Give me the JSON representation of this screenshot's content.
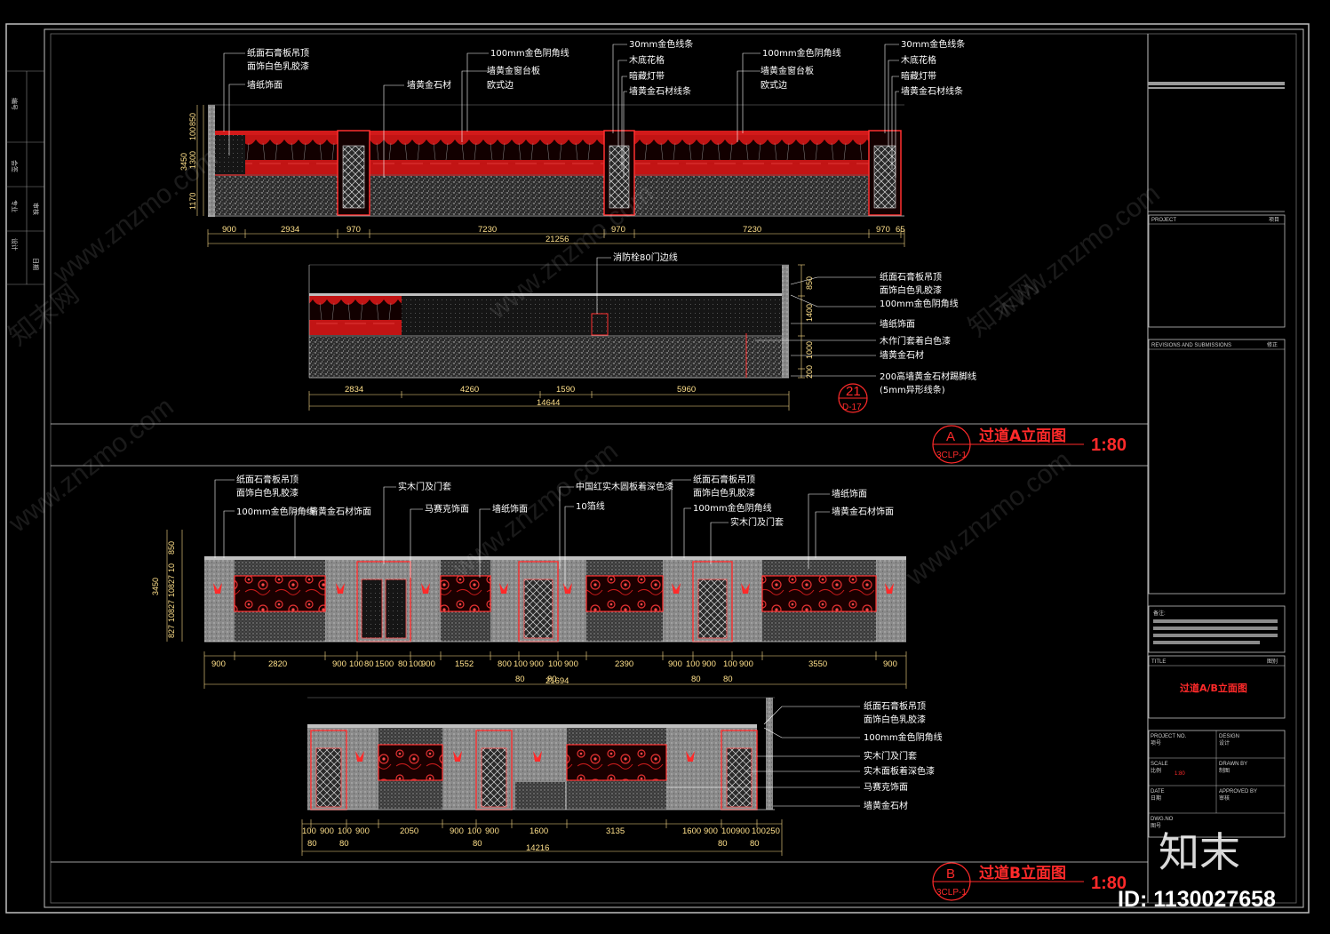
{
  "colors": {
    "background": "#000000",
    "frame": "#bfbfbf",
    "accent_red": "#ff2a2a",
    "dimension": "#ffe08a",
    "leader": "#ffffff",
    "stone": "#7a7a7a"
  },
  "elevation_a": {
    "title": "过道A立面图",
    "marker_letter": "A",
    "marker_ref": "3CLP-1",
    "scale": "1:80",
    "upper": {
      "labels_group1": [
        "纸面石膏板吊顶",
        "面饰白色乳胶漆",
        "墙纸饰面"
      ],
      "labels_group2": [
        "墙黄金石材"
      ],
      "labels_group3": [
        "100mm金色阴角线",
        "墙黄金窗台板",
        "欧式边"
      ],
      "labels_group4": [
        "30mm金色线条",
        "木底花格",
        "暗藏灯带",
        "墙黄金石材线条"
      ],
      "labels_group5": [
        "100mm金色阴角线",
        "墙黄金窗台板",
        "欧式边"
      ],
      "labels_group6": [
        "30mm金色线条",
        "木底花格",
        "暗藏灯带",
        "墙黄金石材线条"
      ],
      "dims_bottom": [
        "900",
        "2934",
        "970",
        "7230",
        "970",
        "7230",
        "970",
        "65"
      ],
      "dim_total": "21256",
      "dims_left": [
        "3450",
        "1170",
        "1300",
        "850",
        "100"
      ]
    },
    "lower": {
      "top_label": "消防栓80门边线",
      "right_labels": [
        "纸面石膏板吊顶",
        "面饰白色乳胶漆",
        "100mm金色阴角线",
        "墙纸饰面",
        "木作门套着白色漆",
        "墙黄金石材",
        "200高墙黄金石材踢脚线",
        "(5mm异形线条)"
      ],
      "dims_right": [
        "850",
        "1400",
        "1000",
        "200"
      ],
      "dims_bottom": [
        "2834",
        "4260",
        "1590",
        "5960"
      ],
      "dim_total": "14644",
      "detail_num": "21",
      "detail_ref": "D-17"
    }
  },
  "elevation_b": {
    "title": "过道B立面图",
    "marker_letter": "B",
    "marker_ref": "3CLP-1",
    "scale": "1:80",
    "upper": {
      "labels_group1": [
        "纸面石膏板吊顶",
        "面饰白色乳胶漆",
        "100mm金色阴角线",
        "墙黄金石材饰面"
      ],
      "labels_group2": [
        "实木门及门套"
      ],
      "labels_group3": [
        "马赛克饰面",
        "墙纸饰面"
      ],
      "labels_group4": [
        "中国红实木圆板着深色漆",
        "10箔线"
      ],
      "labels_group5": [
        "纸面石膏板吊顶",
        "面饰白色乳胶漆",
        "100mm金色阴角线",
        "实木门及门套"
      ],
      "labels_group6": [
        "墙纸饰面",
        "墙黄金石材饰面"
      ],
      "dims_bottom": [
        "900",
        "2820",
        "900",
        "100",
        "80",
        "1500",
        "80",
        "100",
        "900",
        "1552",
        "800",
        "100",
        "900",
        "100",
        "900",
        "2390",
        "900",
        "100",
        "900",
        "100",
        "900",
        "3550",
        "900"
      ],
      "dims_bottom_sub": [
        "80",
        "80",
        "80",
        "80"
      ],
      "dim_total": "21694",
      "dims_left": [
        "3450",
        "827",
        "10",
        "827",
        "10",
        "827",
        "10",
        "850"
      ]
    },
    "lower": {
      "right_labels": [
        "纸面石膏板吊顶",
        "面饰白色乳胶漆",
        "100mm金色阴角线",
        "实木门及门套",
        "实木面板着深色漆",
        "马赛克饰面",
        "墙黄金石材"
      ],
      "dims_bottom": [
        "100",
        "900",
        "100",
        "900",
        "2050",
        "900",
        "100",
        "900",
        "1600",
        "3135",
        "1600",
        "900",
        "100",
        "900",
        "100",
        "250"
      ],
      "dims_bottom_sub": [
        "80",
        "80",
        "80",
        "80",
        "80"
      ],
      "dim_total": "14216"
    }
  },
  "title_block": {
    "project_en": "PROJECT",
    "project_cn": "项目",
    "revisions_en": "REVISIONS AND SUBMISSIONS",
    "revisions_cn": "修正",
    "notes_cn": "备注:",
    "title_en": "TITLE",
    "title_cn": "图别",
    "drawing_title": "过道A/B立面图",
    "project_no_en": "PROJECT NO.",
    "project_no_cn": "项号",
    "design_en": "DESIGN",
    "design_cn": "设计",
    "scale_en": "SCALE",
    "scale_cn": "比例",
    "scale_value": "1:80",
    "drawn_en": "DRAWN BY",
    "drawn_cn": "制图",
    "date_en": "DATE",
    "date_cn": "日期",
    "approved_en": "APPROVED BY",
    "approved_cn": "审核",
    "dwg_en": "DWG.NO",
    "dwg_cn": "图号"
  },
  "side_strip": [
    "编号",
    "会签",
    "专业",
    "设计",
    "审核",
    "日期"
  ],
  "watermark": {
    "url": "www.znzmo.com",
    "brand_cn": "知末网",
    "logo": "知末",
    "id_label": "ID: 1130027658"
  }
}
